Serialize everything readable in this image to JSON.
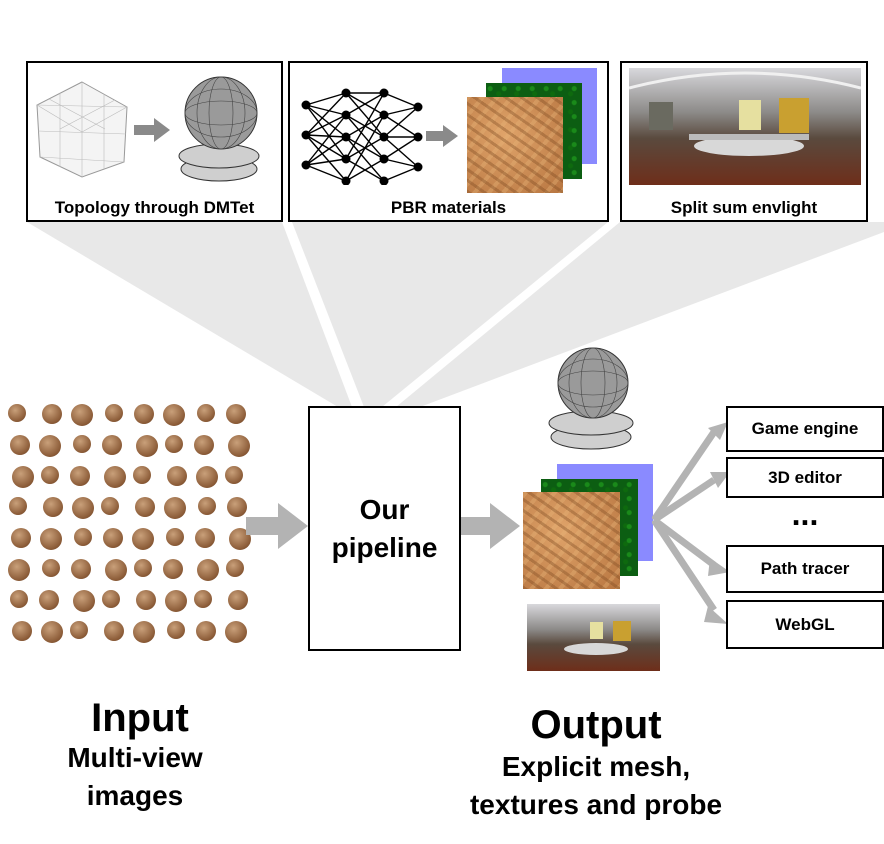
{
  "panels": {
    "topology": {
      "label": "Topology through DMTet"
    },
    "pbr": {
      "label": "PBR materials"
    },
    "envlight": {
      "label": "Split sum envlight"
    }
  },
  "pipeline": {
    "label_line1": "Our",
    "label_line2": "pipeline"
  },
  "targets": [
    {
      "label": "Game engine"
    },
    {
      "label": "3D editor"
    },
    {
      "label": "..."
    },
    {
      "label": "Path tracer"
    },
    {
      "label": "WebGL"
    }
  ],
  "input": {
    "title": "Input",
    "subtitle_line1": "Multi-view",
    "subtitle_line2": "images"
  },
  "output": {
    "title": "Output",
    "subtitle_line1": "Explicit mesh,",
    "subtitle_line2": "textures and probe"
  },
  "colors": {
    "arrow_gray": "#b3b3b3",
    "fan_gray": "#e8e8e8",
    "texture_blue": "#8a8aff",
    "texture_green": "#0c5e12"
  }
}
